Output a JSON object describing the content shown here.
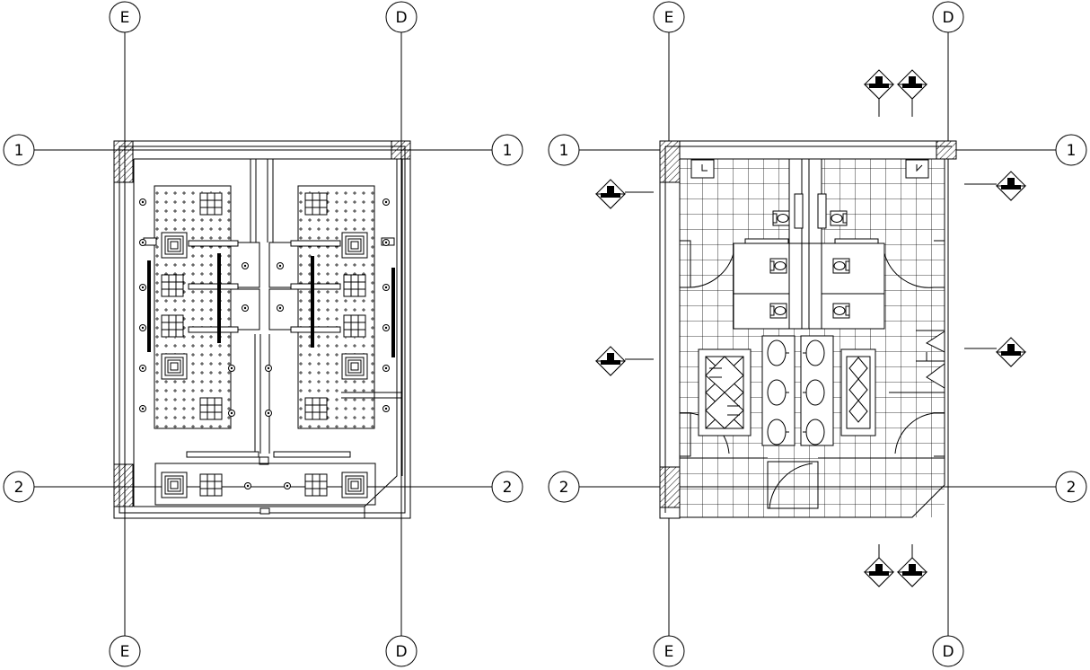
{
  "grid_labels": {
    "left_plan": {
      "top_left": "E",
      "top_right": "D",
      "bottom_left": "E",
      "bottom_right": "D",
      "row1_left": "1",
      "row1_right": "1",
      "row2_left": "2",
      "row2_right": "2"
    },
    "right_plan": {
      "top_left": "E",
      "top_right": "D",
      "bottom_left": "E",
      "bottom_right": "D",
      "row1_left": "1",
      "row1_right": "1",
      "row2_left": "2",
      "row2_right": "2"
    }
  },
  "icons": {
    "section_marker": "elevation-marker-icon",
    "column": "column-hatch-icon",
    "wc": "toilet-icon",
    "basin": "basin-icon",
    "urinal": "urinal-icon",
    "light": "ceiling-light-icon",
    "downlight": "downlight-icon"
  },
  "colors": {
    "line": "#000000",
    "background": "#ffffff"
  }
}
